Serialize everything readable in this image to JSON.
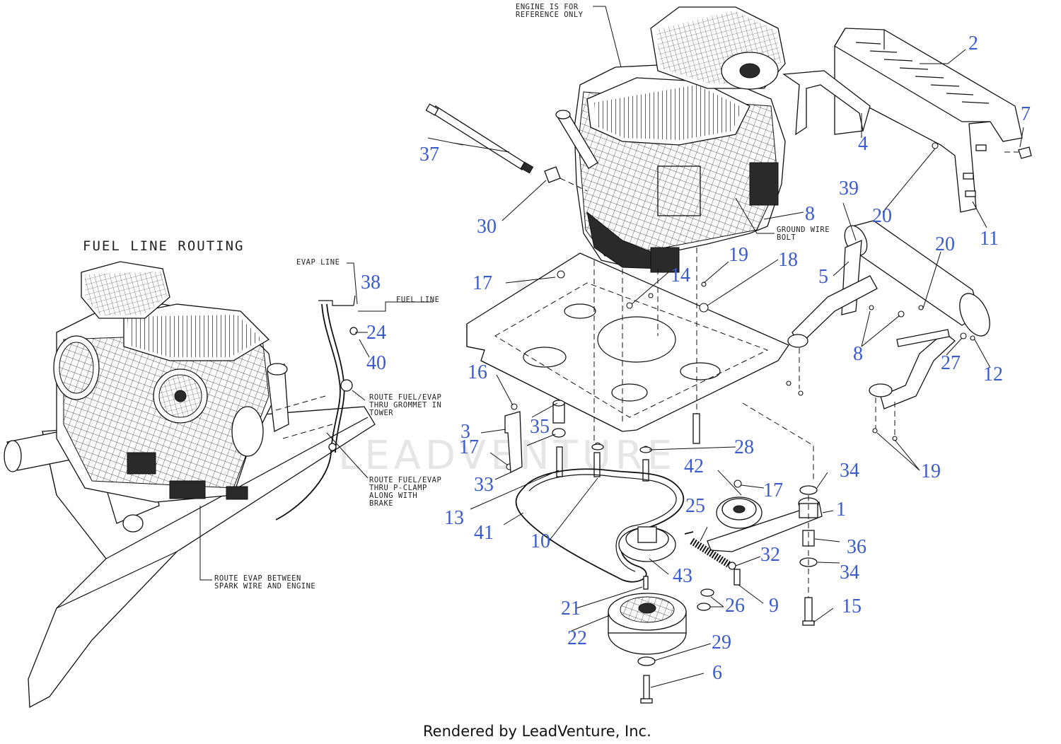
{
  "section_title": "FUEL LINE ROUTING",
  "notes": {
    "engine_reference_1": "ENGINE IS FOR",
    "engine_reference_2": "REFERENCE ONLY",
    "ground_wire_1": "GROUND WIRE",
    "ground_wire_2": "BOLT",
    "evap_line": "EVAP LINE",
    "fuel_line": "FUEL LINE",
    "grommet_1": "ROUTE FUEL/EVAP",
    "grommet_2": "THRU GROMMET IN",
    "grommet_3": "TOWER",
    "pclamp_1": "ROUTE FUEL/EVAP",
    "pclamp_2": "THRU P-CLAMP",
    "pclamp_3": "ALONG WITH",
    "pclamp_4": "BRAKE",
    "evap_route_1": "ROUTE EVAP BETWEEN",
    "evap_route_2": "SPARK WIRE AND ENGINE"
  },
  "callouts": {
    "c1": "1",
    "c2": "2",
    "c3": "3",
    "c4": "4",
    "c5": "5",
    "c6": "6",
    "c7": "7",
    "c8a": "8",
    "c8b": "8",
    "c9": "9",
    "c10": "10",
    "c11": "11",
    "c12": "12",
    "c13": "13",
    "c14": "14",
    "c15": "15",
    "c16": "16",
    "c17a": "17",
    "c17b": "17",
    "c17c": "17",
    "c18": "18",
    "c19a": "19",
    "c19b": "19",
    "c20a": "20",
    "c20b": "20",
    "c21": "21",
    "c22": "22",
    "c24": "24",
    "c25": "25",
    "c26": "26",
    "c27": "27",
    "c28": "28",
    "c29": "29",
    "c30": "30",
    "c32": "32",
    "c33": "33",
    "c34a": "34",
    "c34b": "34",
    "c35": "35",
    "c36": "36",
    "c37": "37",
    "c38": "38",
    "c39": "39",
    "c40": "40",
    "c41": "41",
    "c42": "42",
    "c43": "43"
  },
  "watermark": "LEADVENTURE",
  "footer": "Rendered by LeadVenture, Inc.",
  "colors": {
    "callout": "#3a5bd0",
    "line": "#111111",
    "watermark": "#e6e6e6"
  }
}
